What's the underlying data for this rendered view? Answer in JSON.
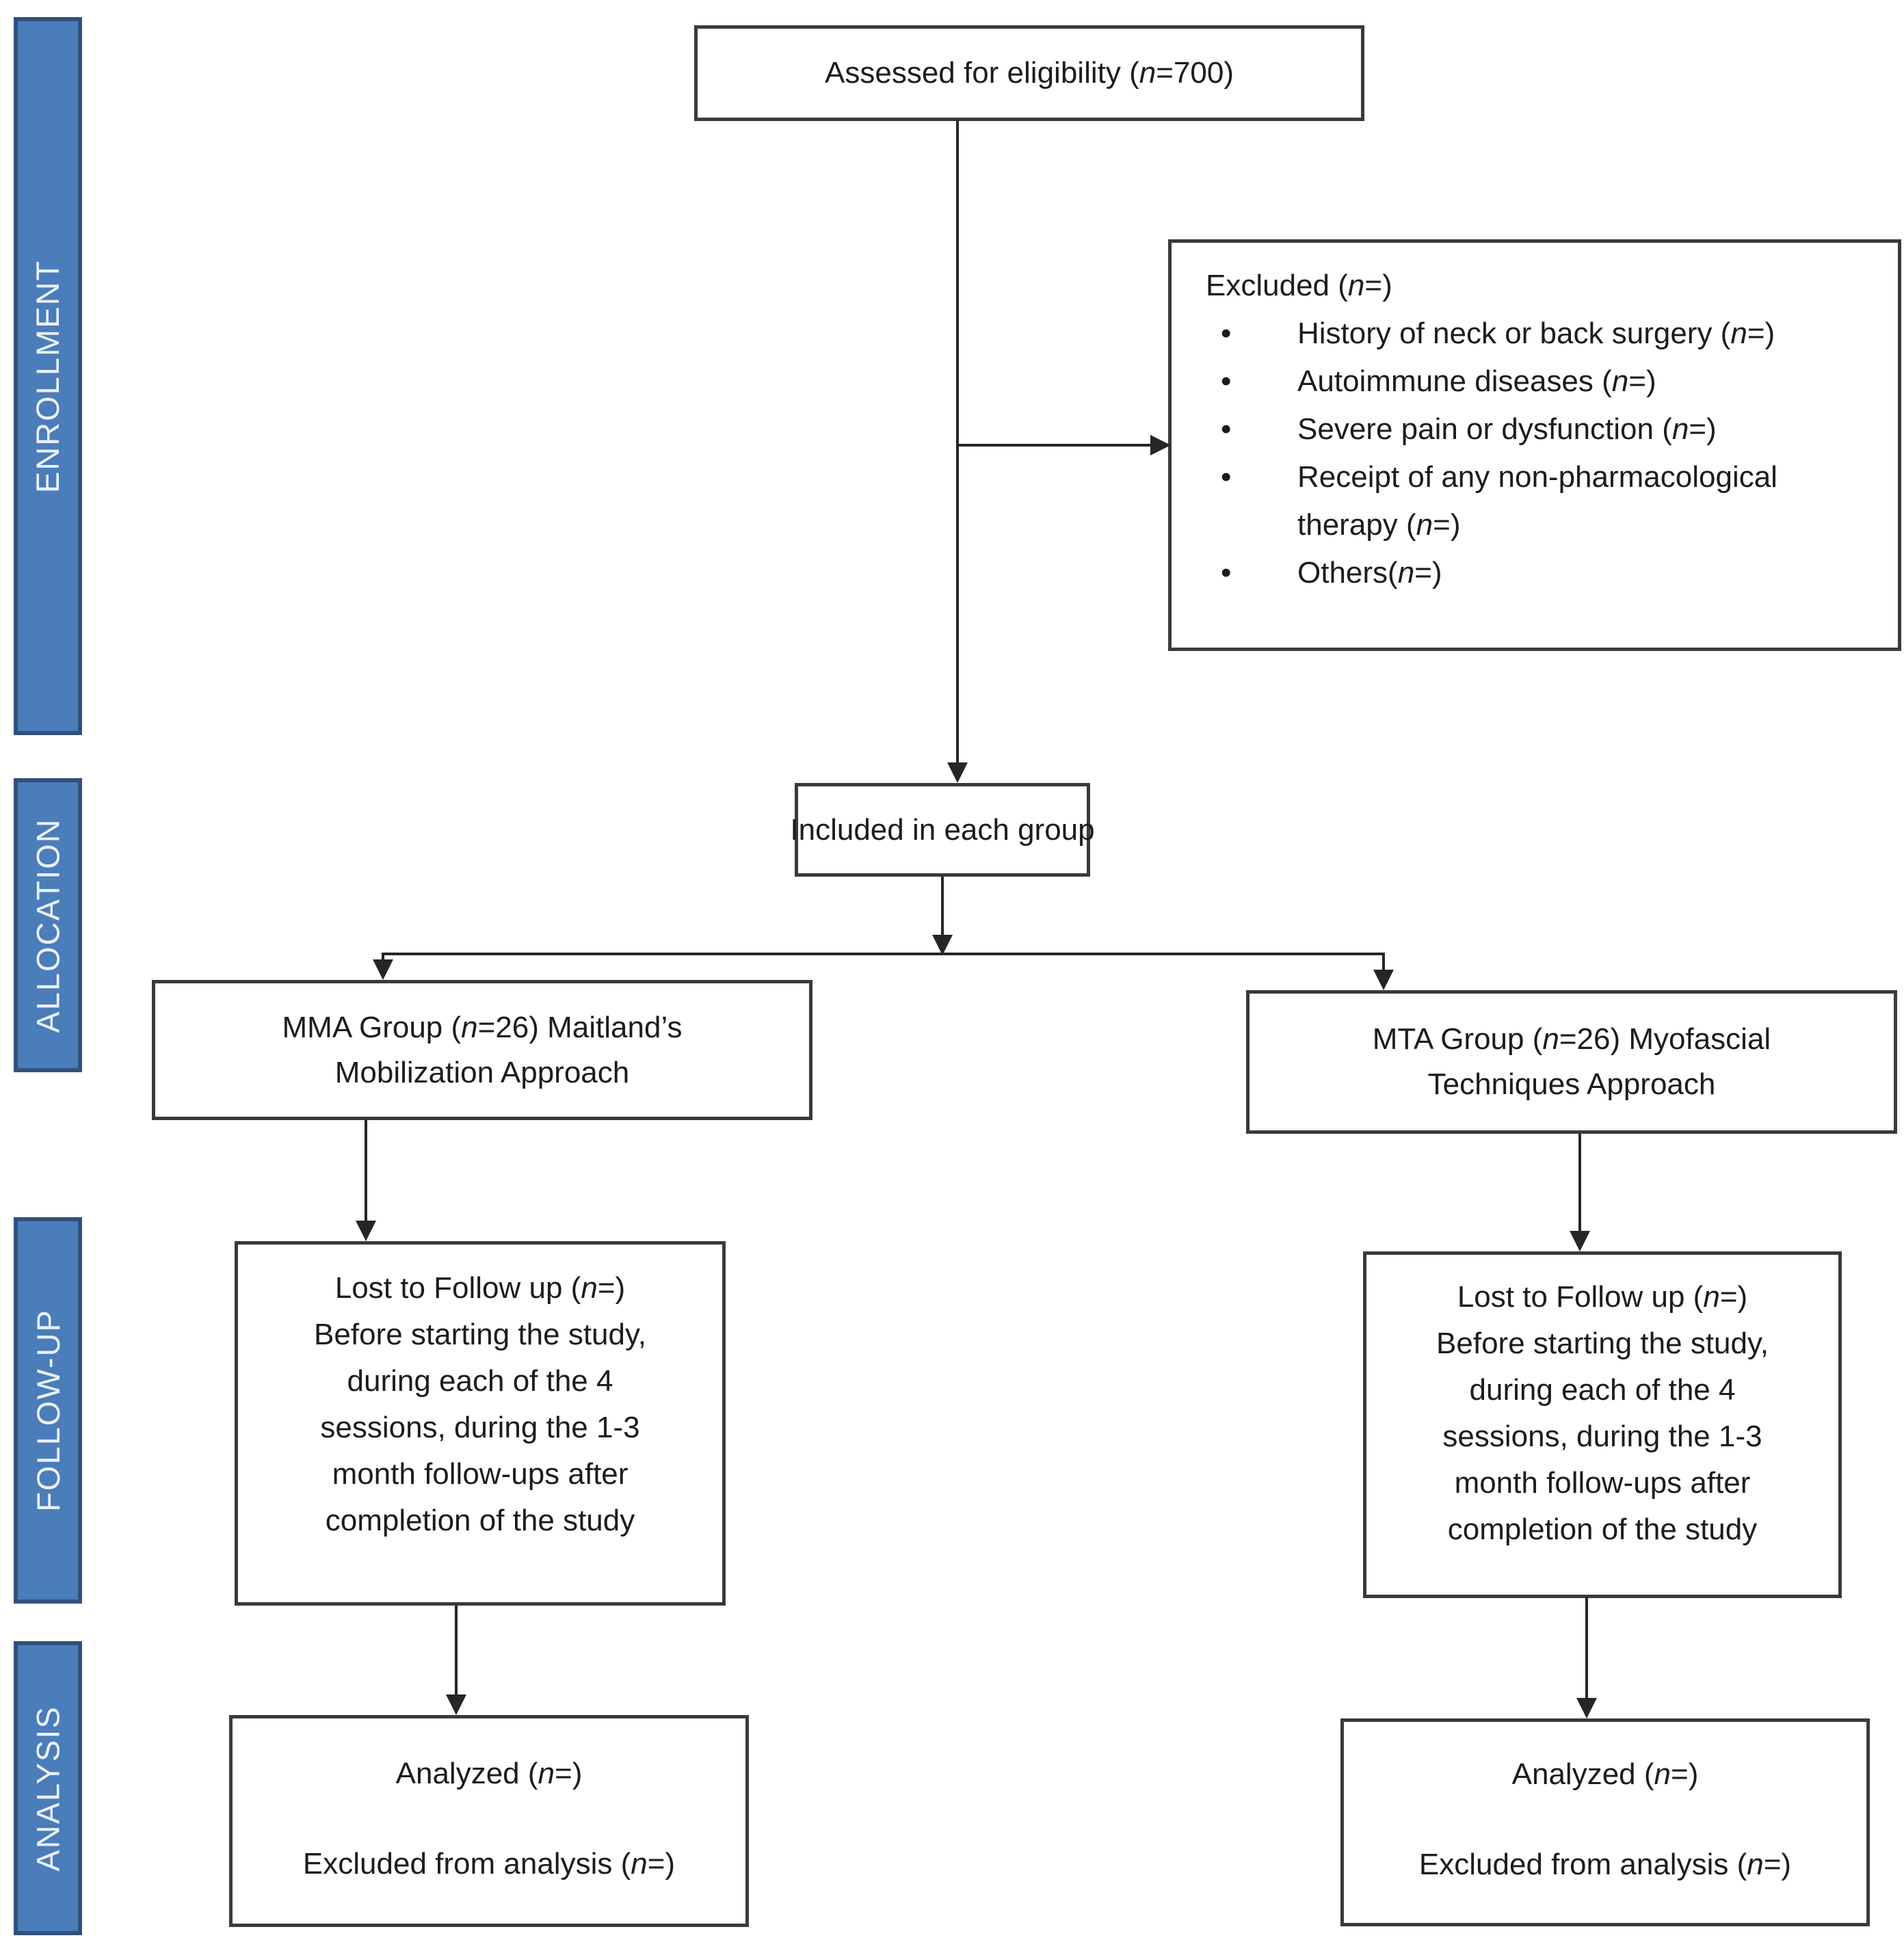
{
  "diagram": {
    "bullet": "•",
    "stages": [
      {
        "label": "ENROLLMENT"
      },
      {
        "label": "ALLOCATION"
      },
      {
        "label": "FOLLOW-UP"
      },
      {
        "label": "ANALYSIS"
      }
    ],
    "colors": {
      "stage_fill": "#4a7dba",
      "stage_border": "#30517c",
      "stage_text": "#e9f1fa",
      "connector": "#262626",
      "box_border": "#3a3a3a"
    },
    "boxes": {
      "assessed": {
        "text": "Assessed for eligibility (n=700)"
      },
      "excluded": {
        "title": "Excluded (n=)",
        "items": [
          "History of neck or back surgery (n=)",
          "Autoimmune diseases (n=)",
          "Severe pain or dysfunction (n=)",
          "Receipt of any non-pharmacological\ntherapy (n=)",
          "Others(n=)"
        ]
      },
      "included": {
        "text": "Included in each group"
      },
      "mma": {
        "lines": [
          "MMA Group (n=26) Maitland’s",
          "Mobilization Approach"
        ]
      },
      "mta": {
        "lines": [
          "MTA Group (n=26) Myofascial",
          "Techniques Approach"
        ]
      },
      "followup": {
        "lines": [
          "Lost to Follow up (n=)",
          "Before starting the study,",
          "during each of the 4",
          "sessions, during the 1-3",
          "month follow-ups after",
          "completion of the study"
        ]
      },
      "analysis": {
        "line1": "Analyzed (n=)",
        "line2": "Excluded from analysis (n=)"
      }
    }
  }
}
